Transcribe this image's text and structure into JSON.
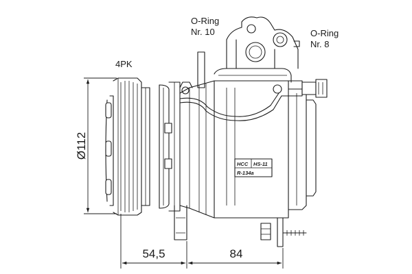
{
  "labels": {
    "oring_left_line1": "O-Ring",
    "oring_left_line2": "Nr. 10",
    "oring_right_line1": "O-Ring",
    "oring_right_line2": "Nr. 8",
    "belt_profile": "4PK"
  },
  "dimensions": {
    "pulley_diameter": "Ø112",
    "pulley_offset": "54,5",
    "body_length": "84"
  },
  "nameplate": {
    "maker": "HCC",
    "model": "HS-11",
    "refrigerant": "R-134a"
  }
}
